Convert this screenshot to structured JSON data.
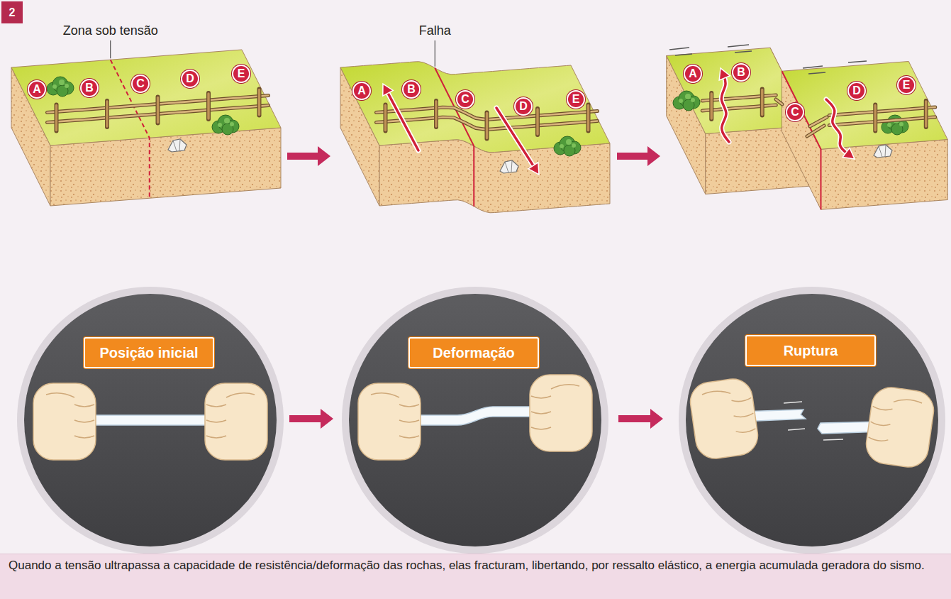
{
  "diagram": {
    "caption": "Quando a tensão ultrapassa a capacidade de resistência/deformação das rochas, elas fracturam, libertando, por ressalto elástico, a energia acumulada geradora do sismo.",
    "nodes": [
      {
        "text": [
          "2"
        ]
      },
      {
        "text": [
          "A"
        ]
      },
      {
        "text": [
          "B"
        ]
      },
      {
        "text": [
          "C"
        ]
      },
      {
        "text": [
          "D"
        ]
      },
      {
        "text": [
          "E"
        ]
      },
      {
        "text": [
          "A"
        ]
      },
      {
        "text": [
          "B"
        ]
      },
      {
        "text": [
          "C"
        ]
      },
      {
        "text": [
          "D"
        ]
      },
      {
        "text": [
          "E"
        ]
      },
      {
        "text": [
          "A"
        ]
      },
      {
        "text": [
          "B"
        ]
      },
      {
        "text": [
          "C"
        ]
      },
      {
        "text": [
          "D"
        ]
      },
      {
        "text": [
          "E"
        ]
      },
      {
        "text": [
          "Posição inicial"
        ]
      },
      {
        "text": [
          "Deformação"
        ]
      },
      {
        "text": [
          "Ruptura"
        ]
      }
    ],
    "labels": [
      "Zona sob tensão",
      "Falha"
    ]
  }
}
